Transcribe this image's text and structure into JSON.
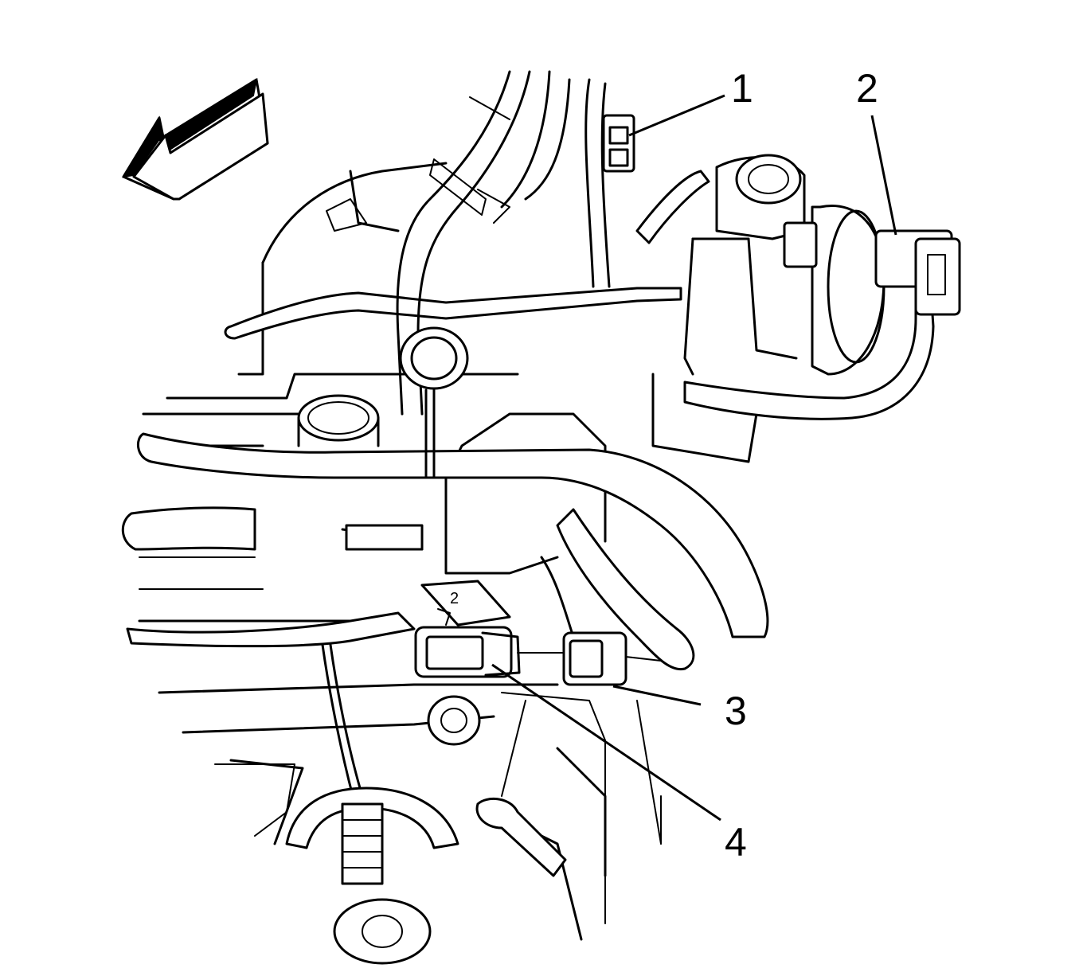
{
  "callouts": [
    {
      "id": "1",
      "label": "1"
    },
    {
      "id": "2",
      "label": "2"
    },
    {
      "id": "3",
      "label": "3"
    },
    {
      "id": "4",
      "label": "4"
    }
  ],
  "part_marking": "2",
  "colors": {
    "line": "#000000",
    "background": "#ffffff"
  }
}
